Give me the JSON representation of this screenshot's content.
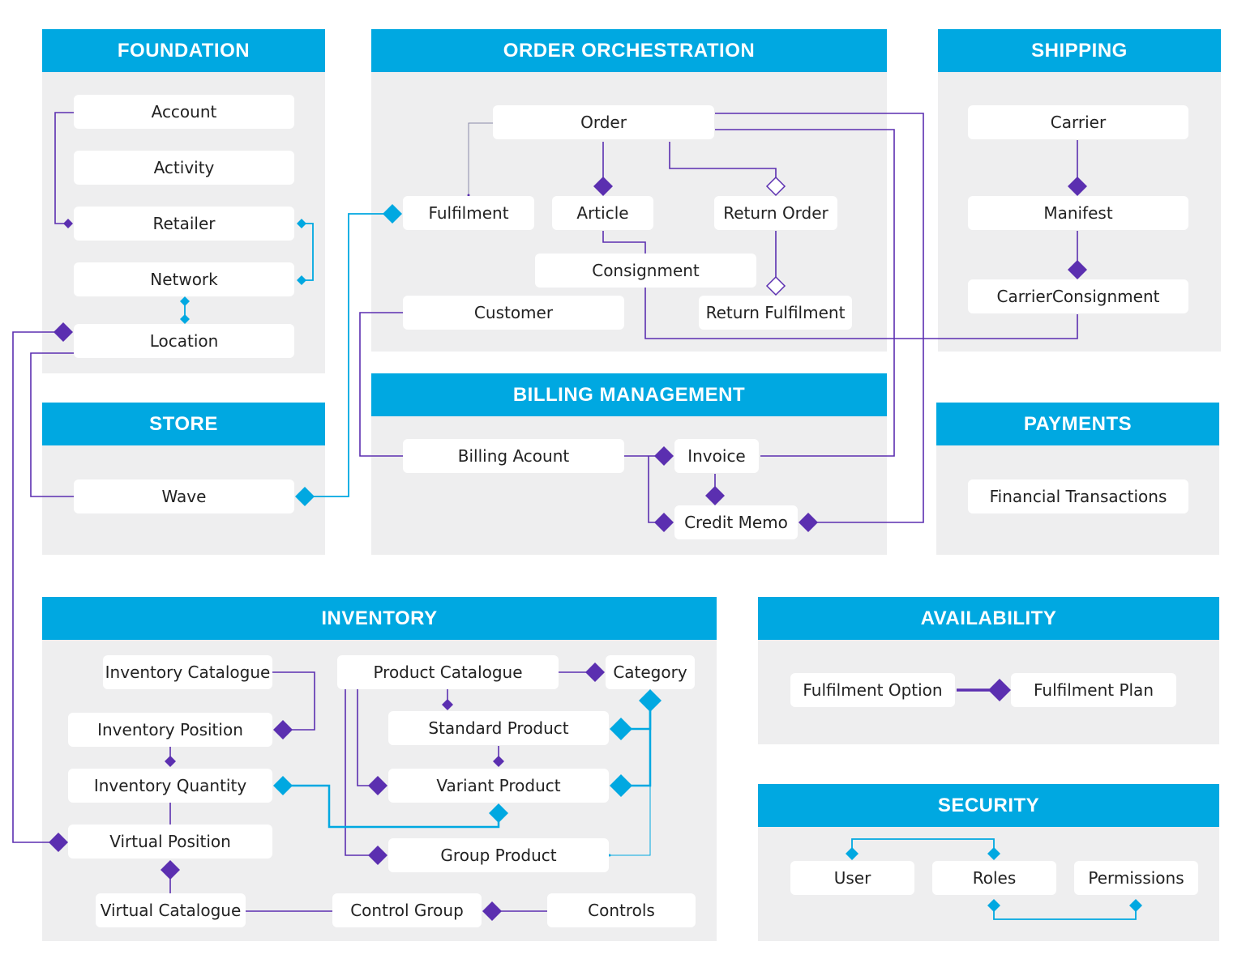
{
  "sections": {
    "foundation": {
      "title": "FOUNDATION",
      "entities": [
        "Account",
        "Activity",
        "Retailer",
        "Network",
        "Location"
      ]
    },
    "order_orchestration": {
      "title": "ORDER ORCHESTRATION",
      "entities": [
        "Order",
        "Fulfilment",
        "Article",
        "Return Order",
        "Consignment",
        "Customer",
        "Return Fulfilment"
      ]
    },
    "shipping": {
      "title": "SHIPPING",
      "entities": [
        "Carrier",
        "Manifest",
        "CarrierConsignment"
      ]
    },
    "store": {
      "title": "STORE",
      "entities": [
        "Wave"
      ]
    },
    "billing_management": {
      "title": "BILLING MANAGEMENT",
      "entities": [
        "Billing Acount",
        "Invoice",
        "Credit Memo"
      ]
    },
    "payments": {
      "title": "PAYMENTS",
      "entities": [
        "Financial Transactions"
      ]
    },
    "inventory": {
      "title": "INVENTORY",
      "entities": [
        "Inventory Catalogue",
        "Product Catalogue",
        "Category",
        "Inventory Position",
        "Standard Product",
        "Inventory Quantity",
        "Variant Product",
        "Virtual Position",
        "Group Product",
        "Virtual Catalogue",
        "Control Group",
        "Controls"
      ]
    },
    "availability": {
      "title": "AVAILABILITY",
      "entities": [
        "Fulfilment Option",
        "Fulfilment Plan"
      ]
    },
    "security": {
      "title": "SECURITY",
      "entities": [
        "User",
        "Roles",
        "Permissions"
      ]
    }
  },
  "colors": {
    "header": "#00a8e1",
    "panel": "#eeeeef",
    "purple": "#5b2fb0",
    "blue": "#00a8e1"
  }
}
